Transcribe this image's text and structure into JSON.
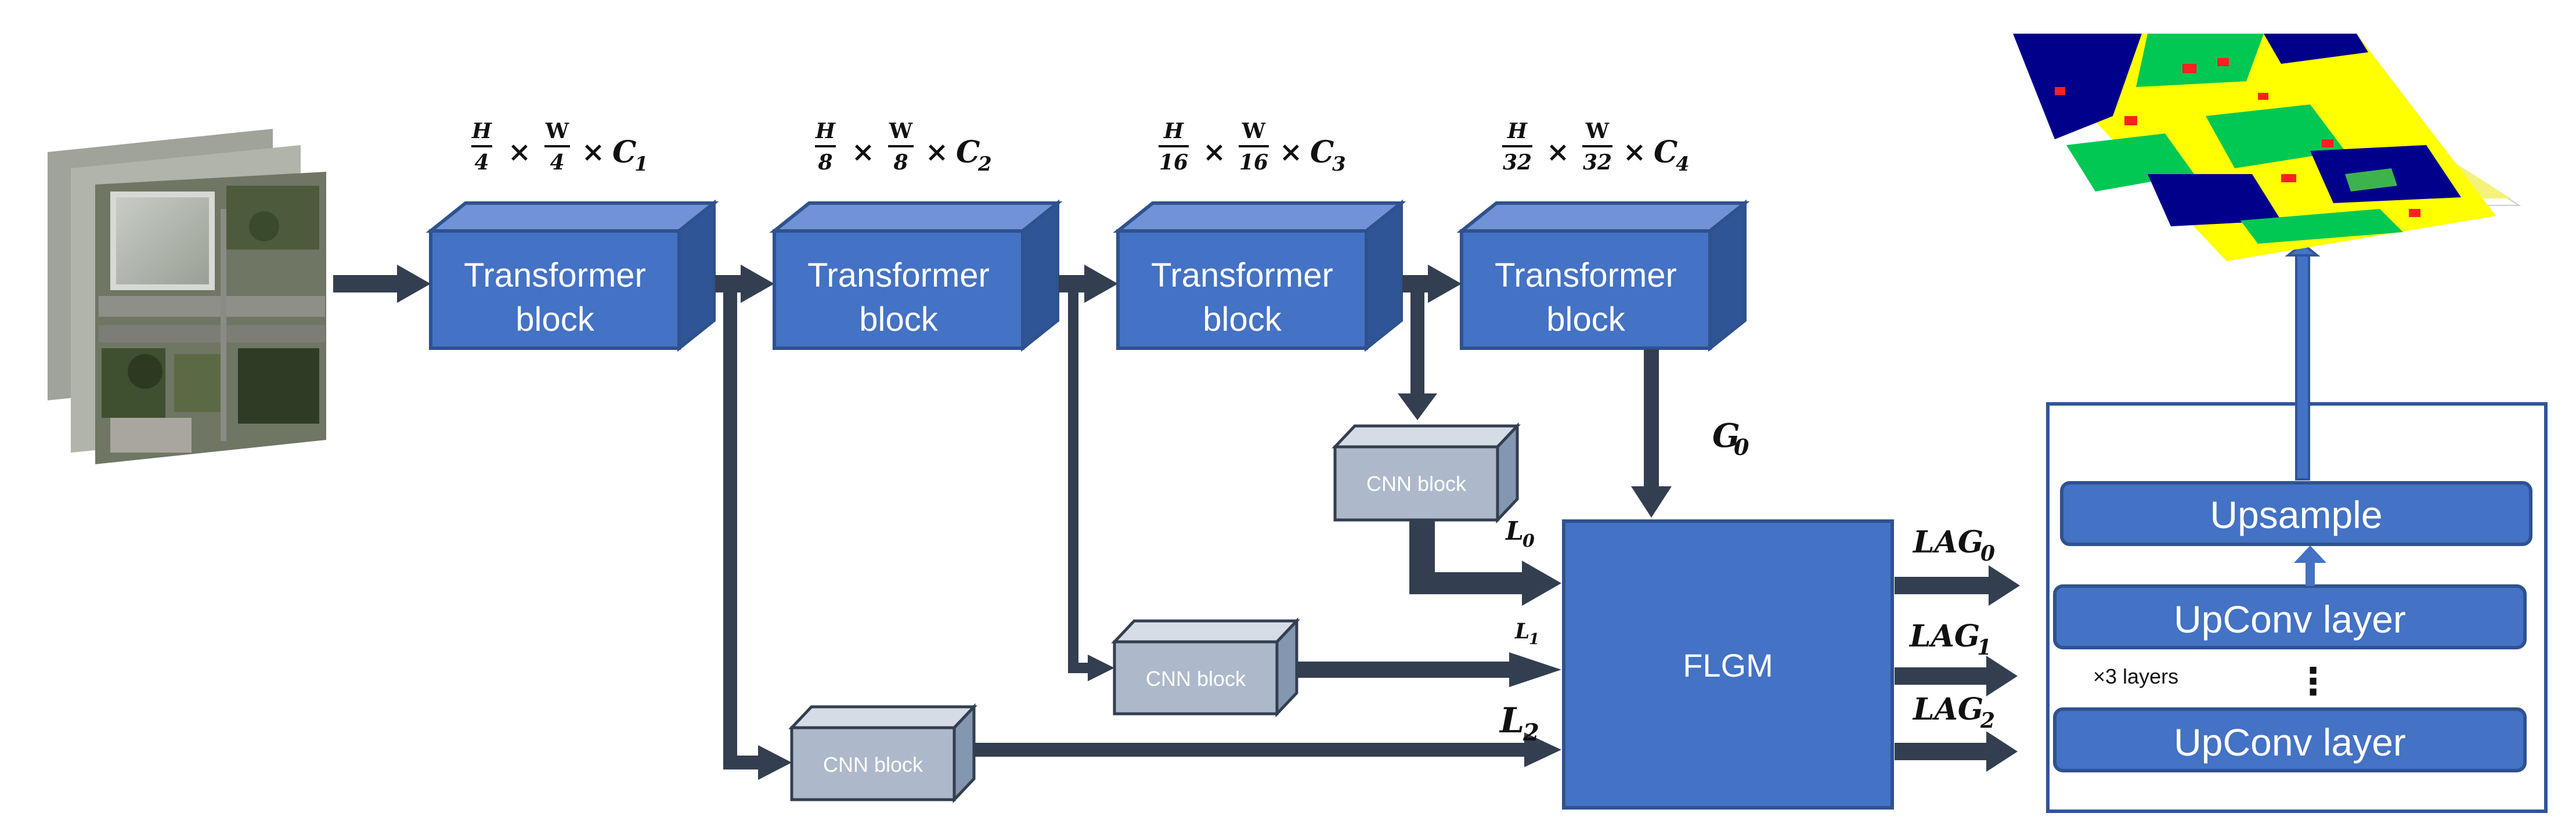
{
  "input_image": {
    "icon": "aerial-imagery-icon"
  },
  "transformer_blocks": [
    {
      "line1": "Transformer",
      "line2": "block",
      "dims": {
        "h_num": "H",
        "h_den": "4",
        "w_num": "W",
        "w_den": "4",
        "c": "C",
        "c_sub": "1"
      }
    },
    {
      "line1": "Transformer",
      "line2": "block",
      "dims": {
        "h_num": "H",
        "h_den": "8",
        "w_num": "W",
        "w_den": "8",
        "c": "C",
        "c_sub": "2"
      }
    },
    {
      "line1": "Transformer",
      "line2": "block",
      "dims": {
        "h_num": "H",
        "h_den": "16",
        "w_num": "W",
        "w_den": "16",
        "c": "C",
        "c_sub": "3"
      }
    },
    {
      "line1": "Transformer",
      "line2": "block",
      "dims": {
        "h_num": "H",
        "h_den": "32",
        "w_num": "W",
        "w_den": "32",
        "c": "C",
        "c_sub": "4"
      }
    }
  ],
  "times": "×",
  "cnn_blocks": [
    {
      "label": "CNN block"
    },
    {
      "label": "CNN block"
    },
    {
      "label": "CNN block"
    }
  ],
  "flgm": {
    "label": "FLGM"
  },
  "signals": {
    "g0": {
      "base": "G",
      "sub": "0"
    },
    "l0": {
      "base": "L",
      "sub": "0"
    },
    "l1": {
      "base": "L",
      "sub": "1"
    },
    "l2": {
      "base": "L",
      "sub": "2"
    },
    "lag0": {
      "base": "LAG",
      "sub": "0"
    },
    "lag1": {
      "base": "LAG",
      "sub": "1"
    },
    "lag2": {
      "base": "LAG",
      "sub": "2"
    }
  },
  "decoder": {
    "upsample": "Upsample",
    "upconv_top": "UpConv layer",
    "upconv_bottom": "UpConv layer",
    "layers_note": "×3 layers",
    "ellipsis": "⋮"
  },
  "output_map": {
    "icon": "segmentation-map-icon"
  },
  "colors": {
    "block_fill": "#4472c4",
    "block_top": "#6f93d6",
    "block_side": "#2f5597",
    "block_stroke": "#2f528f",
    "cnn_fill": "#adb9ca",
    "cnn_top": "#d6dce5",
    "cnn_side": "#8497b0",
    "arrow": "#333f50",
    "arrow_blue": "#4472c4"
  }
}
